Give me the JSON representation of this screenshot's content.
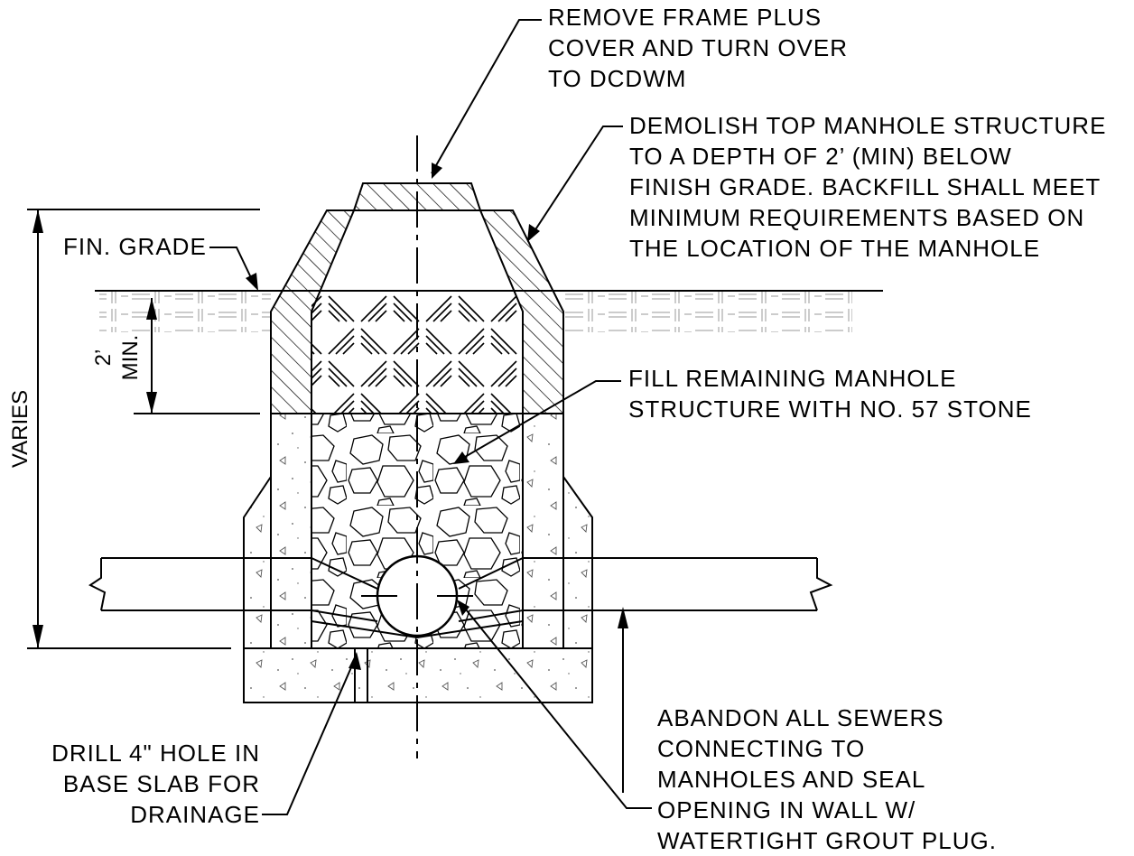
{
  "notes": {
    "remove_frame": [
      "REMOVE FRAME PLUS",
      "COVER AND TURN OVER",
      "TO DCDWM"
    ],
    "demolish": [
      "DEMOLISH TOP MANHOLE STRUCTURE",
      "TO A DEPTH OF 2’ (MIN) BELOW",
      "FINISH GRADE. BACKFILL SHALL MEET",
      "MINIMUM REQUIREMENTS BASED ON",
      "THE LOCATION OF THE MANHOLE"
    ],
    "fin_grade": "FIN. GRADE",
    "fill_remaining": [
      "FILL REMAINING MANHOLE",
      "STRUCTURE WITH NO. 57 STONE"
    ],
    "drill_hole": [
      "DRILL 4\" HOLE IN",
      "BASE SLAB FOR",
      "DRAINAGE"
    ],
    "abandon": [
      "ABANDON ALL SEWERS",
      "CONNECTING TO",
      "MANHOLES AND SEAL",
      "OPENING IN WALL W/",
      "WATERTIGHT GROUT PLUG."
    ]
  },
  "dimensions": {
    "varies": "VARIES",
    "two_ft": "2’",
    "min": "MIN."
  },
  "colors": {
    "line": "#000000",
    "background": "#ffffff"
  }
}
